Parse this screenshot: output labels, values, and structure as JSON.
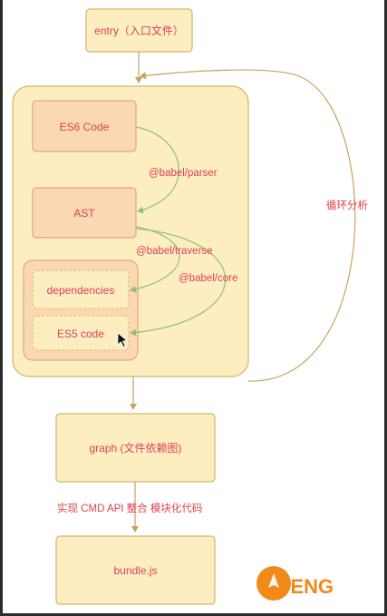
{
  "nodes": {
    "entry": "entry（入口文件）",
    "es6": "ES6 Code",
    "ast": "AST",
    "dependencies": "dependencies",
    "es5": "ES5 code",
    "graph": "graph (文件依赖图)",
    "bundle": "bundle.js"
  },
  "edges": {
    "parser": "@babel/parser",
    "traverse": "@babel/traverse",
    "core": "@babel/core",
    "loop": "循环分析",
    "implement": "实现 CMD API 整合 模块化代码"
  },
  "logo": {
    "text": "FENG",
    "accent": "#f28a1a"
  },
  "colors": {
    "node_fill": "#fdeec2",
    "node_stroke": "#d5b36b",
    "inner_fill": "#fbd8b4",
    "inner_stroke": "#e8a57a",
    "label": "#e0404f",
    "arrow_main": "#c7a35a",
    "arrow_green": "#8fbf7a"
  }
}
